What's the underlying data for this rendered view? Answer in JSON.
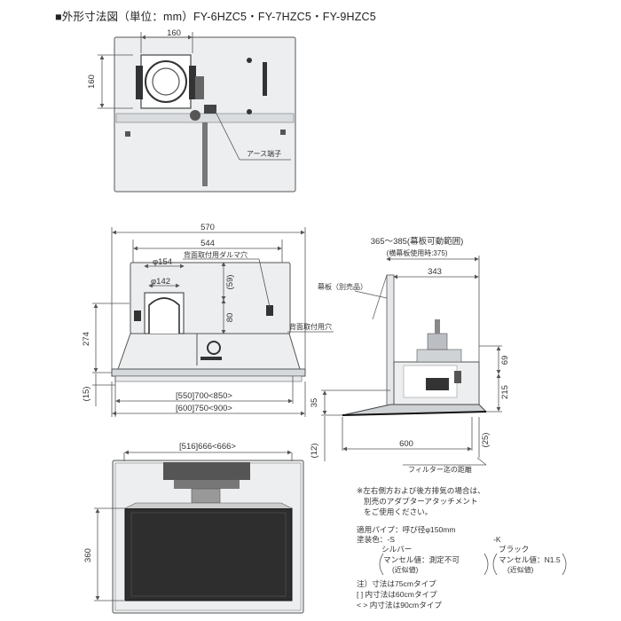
{
  "title": "■外形寸法図（単位：mm）FY-6HZC5・FY-7HZC5・FY-9HZC5",
  "top_view": {
    "dim_width": "160",
    "dim_height": "160",
    "earth_label": "アース端子"
  },
  "front_view": {
    "dim_570": "570",
    "dim_544": "544",
    "dim_phi154": "φ154",
    "dim_phi142": "φ142",
    "dim_59": "(59)",
    "dim_80": "80",
    "dim_274": "274",
    "dim_15": "(15)",
    "dim_width_a": "[550]700<850>",
    "dim_width_b": "[600]750<900>",
    "label_rear_daruma": "背面取付用ダルマ穴",
    "label_rear_hole": "背面取付用穴"
  },
  "side_view": {
    "dim_range": "365～385(幕板可動範囲)",
    "dim_range_sub": "(横幕板使用時:375)",
    "dim_343": "343",
    "label_makuita": "幕板（別売品）",
    "dim_69": "69",
    "dim_215": "215",
    "dim_35": "35",
    "dim_12": "(12)",
    "dim_600": "600",
    "dim_25": "(25)",
    "label_filter": "フィルター迄の距離"
  },
  "bottom_view": {
    "dim_width": "[516]666<666>",
    "dim_360": "360"
  },
  "notes": {
    "adapter_1": "※左右側方および後方排気の場合は、",
    "adapter_2": "別売のアダプターアタッチメント",
    "adapter_3": "をご使用ください。",
    "pipe": "適用パイプ：呼び径φ150mm",
    "color_label": "塗装色：-S",
    "color_k": "-K",
    "silver": "シルバー",
    "black": "ブラック",
    "munsell_s": "マンセル値：測定不可",
    "munsell_k": "マンセル値：N1.5",
    "approx_s": "(近似値)",
    "approx_k": "(近似値)",
    "note_head": "注）寸法は75cmタイプ",
    "note_60": "[ ] 内寸法は60cmタイプ",
    "note_90": "< > 内寸法は90cmタイプ"
  }
}
